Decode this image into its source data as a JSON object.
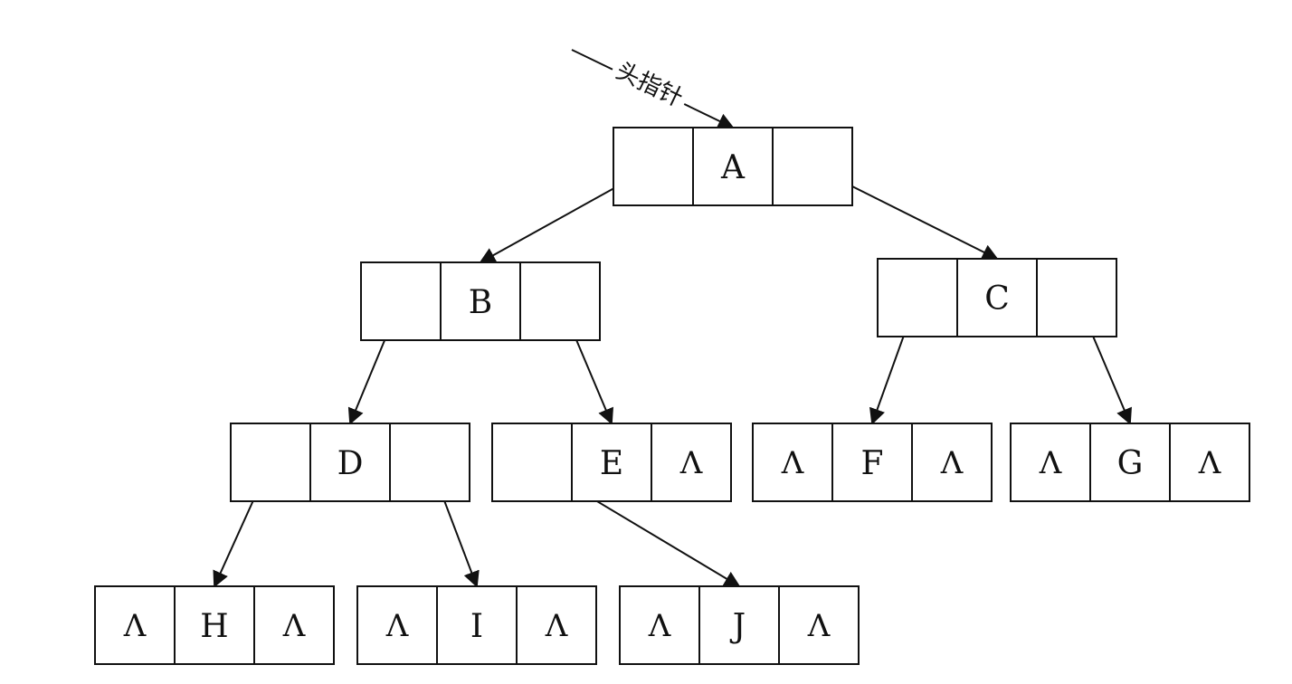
{
  "head_pointer": {
    "label": "头指针",
    "target": "A"
  },
  "null_symbol": "Λ",
  "nodes": [
    {
      "id": "A",
      "label": "A",
      "left": "B",
      "right": "C"
    },
    {
      "id": "B",
      "label": "B",
      "left": "D",
      "right": "E"
    },
    {
      "id": "C",
      "label": "C",
      "left": "F",
      "right": "G"
    },
    {
      "id": "D",
      "label": "D",
      "left": "H",
      "right": "I"
    },
    {
      "id": "E",
      "label": "E",
      "left": null,
      "right": null
    },
    {
      "id": "F",
      "label": "F",
      "left": null,
      "right": null
    },
    {
      "id": "G",
      "label": "G",
      "left": null,
      "right": null
    },
    {
      "id": "H",
      "label": "H",
      "left": null,
      "right": null
    },
    {
      "id": "I",
      "label": "I",
      "left": null,
      "right": null
    },
    {
      "id": "J",
      "label": "J",
      "left": null,
      "right": null
    }
  ],
  "pointers": [
    {
      "from": "E",
      "field": "left",
      "to": "J"
    }
  ]
}
